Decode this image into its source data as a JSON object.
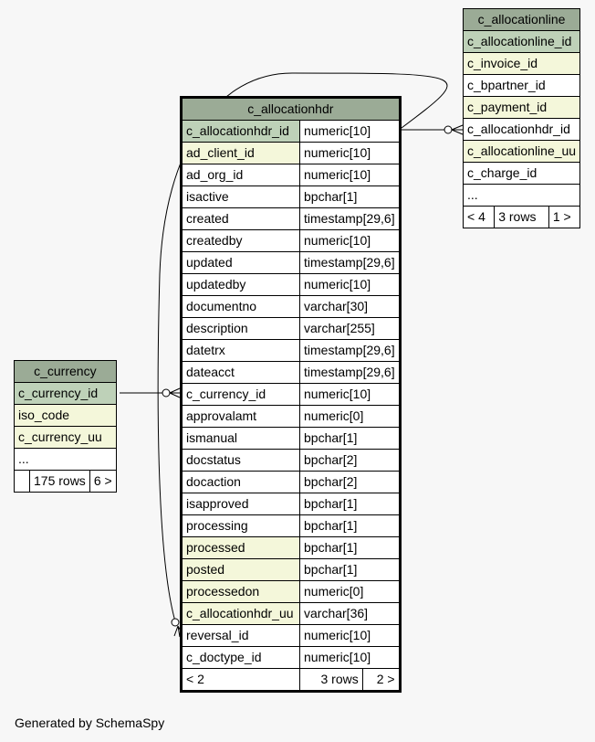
{
  "tables": {
    "currency": {
      "name": "c_currency",
      "columns": [
        {
          "name": "c_currency_id",
          "kind": "pk"
        },
        {
          "name": "iso_code",
          "kind": "idx"
        },
        {
          "name": "c_currency_uu",
          "kind": "idx"
        },
        {
          "name": "...",
          "kind": "plain"
        }
      ],
      "footer": [
        "",
        "175 rows",
        "6 >"
      ]
    },
    "allocationhdr": {
      "name": "c_allocationhdr",
      "columns": [
        {
          "name": "c_allocationhdr_id",
          "type": "numeric[10]",
          "kind": "pk"
        },
        {
          "name": "ad_client_id",
          "type": "numeric[10]",
          "kind": "idx"
        },
        {
          "name": "ad_org_id",
          "type": "numeric[10]",
          "kind": "plain"
        },
        {
          "name": "isactive",
          "type": "bpchar[1]",
          "kind": "plain"
        },
        {
          "name": "created",
          "type": "timestamp[29,6]",
          "kind": "plain"
        },
        {
          "name": "createdby",
          "type": "numeric[10]",
          "kind": "plain"
        },
        {
          "name": "updated",
          "type": "timestamp[29,6]",
          "kind": "plain"
        },
        {
          "name": "updatedby",
          "type": "numeric[10]",
          "kind": "plain"
        },
        {
          "name": "documentno",
          "type": "varchar[30]",
          "kind": "plain"
        },
        {
          "name": "description",
          "type": "varchar[255]",
          "kind": "plain"
        },
        {
          "name": "datetrx",
          "type": "timestamp[29,6]",
          "kind": "plain"
        },
        {
          "name": "dateacct",
          "type": "timestamp[29,6]",
          "kind": "plain"
        },
        {
          "name": "c_currency_id",
          "type": "numeric[10]",
          "kind": "plain"
        },
        {
          "name": "approvalamt",
          "type": "numeric[0]",
          "kind": "plain"
        },
        {
          "name": "ismanual",
          "type": "bpchar[1]",
          "kind": "plain"
        },
        {
          "name": "docstatus",
          "type": "bpchar[2]",
          "kind": "plain"
        },
        {
          "name": "docaction",
          "type": "bpchar[2]",
          "kind": "plain"
        },
        {
          "name": "isapproved",
          "type": "bpchar[1]",
          "kind": "plain"
        },
        {
          "name": "processing",
          "type": "bpchar[1]",
          "kind": "plain"
        },
        {
          "name": "processed",
          "type": "bpchar[1]",
          "kind": "idx"
        },
        {
          "name": "posted",
          "type": "bpchar[1]",
          "kind": "idx"
        },
        {
          "name": "processedon",
          "type": "numeric[0]",
          "kind": "idx"
        },
        {
          "name": "c_allocationhdr_uu",
          "type": "varchar[36]",
          "kind": "idx"
        },
        {
          "name": "reversal_id",
          "type": "numeric[10]",
          "kind": "plain"
        },
        {
          "name": "c_doctype_id",
          "type": "numeric[10]",
          "kind": "plain"
        }
      ],
      "footer": [
        "< 2",
        "3 rows",
        "2 >"
      ]
    },
    "allocationline": {
      "name": "c_allocationline",
      "columns": [
        {
          "name": "c_allocationline_id",
          "kind": "pk"
        },
        {
          "name": "c_invoice_id",
          "kind": "idx"
        },
        {
          "name": "c_bpartner_id",
          "kind": "plain"
        },
        {
          "name": "c_payment_id",
          "kind": "idx"
        },
        {
          "name": "c_allocationhdr_id",
          "kind": "plain"
        },
        {
          "name": "c_allocationline_uu",
          "kind": "idx"
        },
        {
          "name": "c_charge_id",
          "kind": "plain"
        },
        {
          "name": "...",
          "kind": "plain"
        }
      ],
      "footer": [
        "< 4",
        "3 rows",
        "1 >"
      ]
    }
  },
  "footer_text": "Generated by SchemaSpy"
}
